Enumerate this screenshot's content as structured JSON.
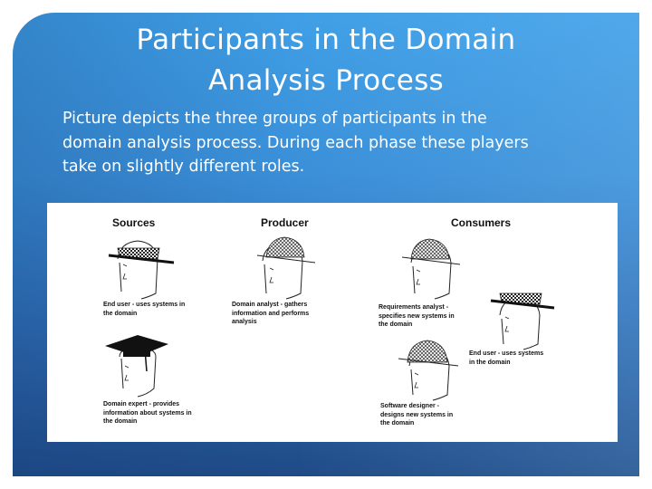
{
  "title": {
    "line1": "Participants in the Domain",
    "line2": "Analysis Process"
  },
  "body": {
    "line1": "Picture depicts the three groups of participants in the",
    "line2": "domain analysis process. During each phase these players",
    "line3": "take on slightly different roles."
  },
  "figure": {
    "headers": {
      "sources": "Sources",
      "producer": "Producer",
      "consumers": "Consumers"
    },
    "captions": {
      "source_end_user": [
        "End user - uses systems in",
        "the domain"
      ],
      "domain_expert": [
        "Domain expert - provides",
        "information about systems in",
        "the domain"
      ],
      "domain_analyst": [
        "Domain analyst - gathers",
        "information and performs",
        "analysis"
      ],
      "requirements_analyst": [
        "Requirements analyst -",
        "specifies new systems in",
        "the domain"
      ],
      "consumer_end_user": [
        "End user - uses systems",
        "in the domain"
      ],
      "software_designer": [
        "Software designer -",
        "designs new systems in",
        "the domain"
      ]
    },
    "hat_icons": {
      "source_end_user": "checkered-cap-icon",
      "domain_expert": "graduation-cap-icon",
      "domain_analyst": "mesh-helmet-icon",
      "requirements_analyst": "mesh-helmet-icon",
      "consumer_end_user": "checkered-cap-icon",
      "software_designer": "mesh-helmet-icon"
    }
  },
  "colors": {
    "slide_top": "#3f9fe6",
    "slide_bottom": "#1f4a86",
    "text": "#ffffff",
    "figure_bg": "#ffffff"
  }
}
